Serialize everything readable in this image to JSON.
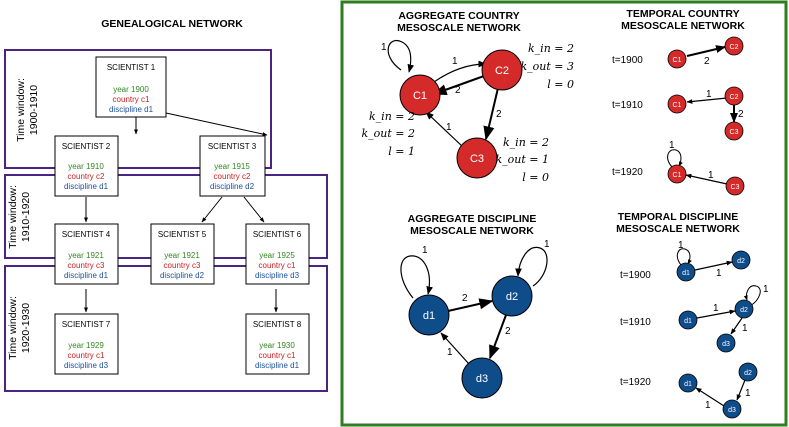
{
  "colors": {
    "window_border": "#4b2382",
    "panel_border": "#2e7d1f",
    "year": "#2f8a1f",
    "country": "#cc1f1f",
    "discipline": "#1a4f9a",
    "country_node": "#d42a2a",
    "discipline_node": "#0f4c8a"
  },
  "genealogy": {
    "title": "GENEALOGICAL NETWORK",
    "windows": [
      {
        "label_line1": "Time window:",
        "label_line2": "1900-1910"
      },
      {
        "label_line1": "Time window:",
        "label_line2": "1910-1920"
      },
      {
        "label_line1": "Time window:",
        "label_line2": "1920-1930"
      }
    ],
    "scientists": [
      {
        "name": "SCIENTIST 1",
        "year": "year 1900",
        "country": "country c1",
        "discipline": "discipline d1"
      },
      {
        "name": "SCIENTIST 2",
        "year": "year 1910",
        "country": "country c2",
        "discipline": "discipline d1"
      },
      {
        "name": "SCIENTIST 3",
        "year": "year 1915",
        "country": "country c2",
        "discipline": "discipline d2"
      },
      {
        "name": "SCIENTIST 4",
        "year": "year 1921",
        "country": "country c3",
        "discipline": "discipline d1"
      },
      {
        "name": "SCIENTIST 5",
        "year": "year 1921",
        "country": "country c3",
        "discipline": "discipline d2"
      },
      {
        "name": "SCIENTIST 6",
        "year": "year 1925",
        "country": "country c1",
        "discipline": "discipline d3"
      },
      {
        "name": "SCIENTIST 7",
        "year": "year 1929",
        "country": "country c1",
        "discipline": "discipline d3"
      },
      {
        "name": "SCIENTIST 8",
        "year": "year 1930",
        "country": "country c1",
        "discipline": "discipline d1"
      }
    ]
  },
  "aggregate_country": {
    "title_line1": "AGGREGATE COUNTRY",
    "title_line2": "MESOSCALE NETWORK",
    "nodes": [
      "C1",
      "C2",
      "C3"
    ],
    "edge_labels": [
      "1",
      "1",
      "2",
      "2",
      "1"
    ],
    "stats_c2": [
      "k_in = 2",
      "k_out = 3",
      "l = 0"
    ],
    "stats_c1": [
      "k_in = 2",
      "k_out = 2",
      "l = 1"
    ],
    "stats_c3": [
      "k_in = 2",
      "k_out = 1",
      "l = 0"
    ]
  },
  "temporal_country": {
    "title_line1": "TEMPORAL COUNTRY",
    "title_line2": "MESOSCALE NETWORK",
    "times": [
      "t=1900",
      "t=1910",
      "t=1920"
    ],
    "nodes_1900": [
      "C1",
      "C2"
    ],
    "nodes_1910": [
      "C1",
      "C2",
      "C3"
    ],
    "nodes_1920": [
      "C1",
      "C3"
    ],
    "edge_labels": [
      "2",
      "1",
      "2",
      "1",
      "1"
    ]
  },
  "aggregate_discipline": {
    "title_line1": "AGGREGATE DISCIPLINE",
    "title_line2": "MESOSCALE NETWORK",
    "nodes": [
      "d1",
      "d2",
      "d3"
    ],
    "edge_labels": [
      "1",
      "1",
      "2",
      "2",
      "1"
    ]
  },
  "temporal_discipline": {
    "title_line1": "TEMPORAL DISCIPLINE",
    "title_line2": "MESOSCALE NETWORK",
    "times": [
      "t=1900",
      "t=1910",
      "t=1920"
    ],
    "nodes_1900": [
      "d1",
      "d2"
    ],
    "nodes_1910": [
      "d1",
      "d2",
      "d3"
    ],
    "nodes_1920": [
      "d1",
      "d2",
      "d3"
    ],
    "edge_labels": [
      "1",
      "1",
      "1",
      "1",
      "1",
      "1",
      "1"
    ]
  }
}
